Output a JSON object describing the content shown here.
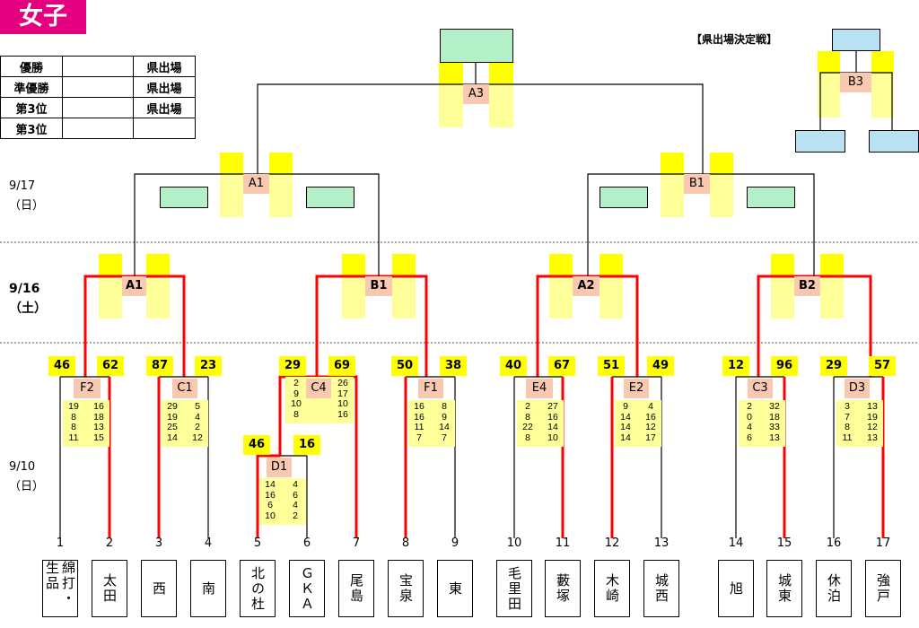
{
  "title": "女子",
  "results": [
    {
      "rank": "優勝",
      "winner": "",
      "note": "県出場"
    },
    {
      "rank": "準優勝",
      "winner": "",
      "note": "県出場"
    },
    {
      "rank": "第3位",
      "winner": "",
      "note": "県出場"
    },
    {
      "rank": "第3位",
      "winner": "",
      "note": ""
    }
  ],
  "dates": {
    "d917_a": "9/17",
    "d917_b": "（日）",
    "d916_a": "9/16",
    "d916_b": "（土）",
    "d910_a": "9/10",
    "d910_b": "（日）"
  },
  "pref_label": "【県出場決定戦】",
  "match_labels": {
    "A3": "A3",
    "B3": "B3",
    "A1_top": "A1",
    "B1_top": "B1",
    "A1": "A1",
    "B1": "B1",
    "A2": "A2",
    "B2": "B2",
    "F2": "F2",
    "C1": "C1",
    "C4": "C4",
    "F1": "F1",
    "E4": "E4",
    "E2": "E2",
    "C3": "C3",
    "D3": "D3",
    "D1": "D1"
  },
  "seeds": {
    "F2": [
      "46",
      "62"
    ],
    "C1": [
      "87",
      "23"
    ],
    "C4": [
      "29",
      "69"
    ],
    "F1": [
      "50",
      "38"
    ],
    "E4": [
      "40",
      "67"
    ],
    "E2": [
      "51",
      "49"
    ],
    "C3": [
      "12",
      "96"
    ],
    "D3": [
      "29",
      "57"
    ],
    "D1": [
      "46",
      "16"
    ]
  },
  "sets": {
    "F2": [
      [
        "19",
        "8",
        "8",
        "11"
      ],
      [
        "16",
        "18",
        "13",
        "15"
      ]
    ],
    "C1": [
      [
        "29",
        "19",
        "25",
        "14"
      ],
      [
        "5",
        "4",
        "2",
        "12"
      ]
    ],
    "C4": [
      [
        "2",
        "9",
        "10",
        "8"
      ],
      [
        "26",
        "17",
        "10",
        "16"
      ]
    ],
    "F1": [
      [
        "16",
        "16",
        "11",
        "7"
      ],
      [
        "8",
        "9",
        "14",
        "7"
      ]
    ],
    "E4": [
      [
        "2",
        "8",
        "22",
        "8"
      ],
      [
        "27",
        "16",
        "14",
        "10"
      ]
    ],
    "E2": [
      [
        "9",
        "14",
        "14",
        "14"
      ],
      [
        "4",
        "16",
        "12",
        "17"
      ]
    ],
    "C3": [
      [
        "2",
        "0",
        "4",
        "6"
      ],
      [
        "32",
        "18",
        "33",
        "13"
      ]
    ],
    "D3": [
      [
        "3",
        "7",
        "8",
        "11"
      ],
      [
        "13",
        "19",
        "12",
        "13"
      ]
    ],
    "D1": [
      [
        "14",
        "16",
        "6",
        "10"
      ],
      [
        "4",
        "6",
        "4",
        "2"
      ]
    ]
  },
  "teams": [
    {
      "num": "1",
      "name": "綿打・生品"
    },
    {
      "num": "2",
      "name": "太田"
    },
    {
      "num": "3",
      "name": "西"
    },
    {
      "num": "4",
      "name": "南"
    },
    {
      "num": "5",
      "name": "北の杜"
    },
    {
      "num": "6",
      "name": "ＧＫＡ"
    },
    {
      "num": "7",
      "name": "尾島"
    },
    {
      "num": "8",
      "name": "宝泉"
    },
    {
      "num": "9",
      "name": "東"
    },
    {
      "num": "10",
      "name": "毛里田"
    },
    {
      "num": "11",
      "name": "藪塚"
    },
    {
      "num": "12",
      "name": "木崎"
    },
    {
      "num": "13",
      "name": "城西"
    },
    {
      "num": "14",
      "name": "旭"
    },
    {
      "num": "15",
      "name": "城東"
    },
    {
      "num": "16",
      "name": "休泊"
    },
    {
      "num": "17",
      "name": "強戸"
    }
  ],
  "colors": {
    "win_line": "#ff0000",
    "seed": "#ffff00",
    "set_bg": "#ffff9a",
    "label_bg": "#f9c8b0",
    "slot_green": "#b3f0c8",
    "slot_blue": "#b8e2f2",
    "title_bg": "#e4007f"
  }
}
